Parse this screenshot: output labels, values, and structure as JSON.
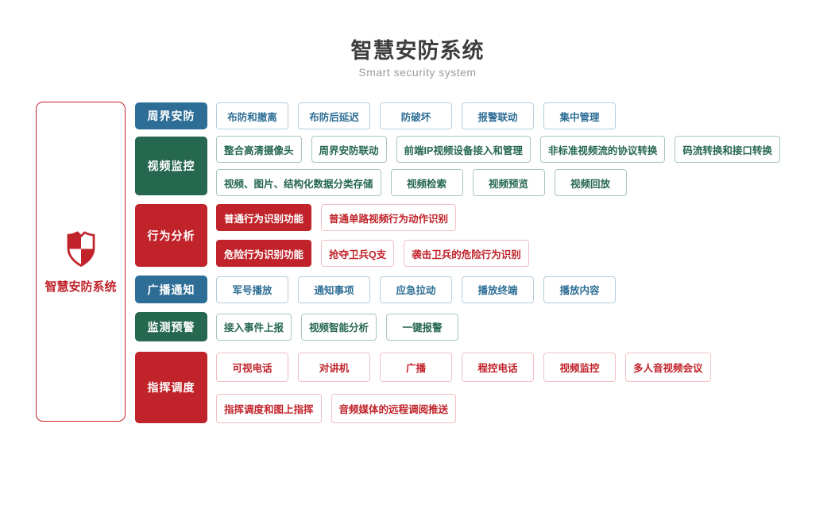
{
  "header": {
    "title": "智慧安防系统",
    "subtitle": "Smart security system"
  },
  "root": {
    "label": "智慧安防系统",
    "icon": "shield-icon"
  },
  "colors": {
    "blue": "#2e6e96",
    "blue_border": "#b4cede",
    "green": "#26684f",
    "green_border": "#a6c8ba",
    "red": "#c1232b",
    "red_border": "#f2bfc3",
    "title_text": "#3d3d3d",
    "subtitle_text": "#9b9b9b"
  },
  "sections": [
    {
      "id": "perimeter-security",
      "label": "周界安防",
      "color": "blue",
      "lines": [
        [
          "布防和撤离",
          "布防后延迟",
          "防破坏",
          "报警联动",
          "集中管理"
        ]
      ]
    },
    {
      "id": "video-surveillance",
      "label": "视频监控",
      "color": "green",
      "lines": [
        [
          "整合高清摄像头",
          "周界安防联动",
          "前端IP视频设备接入和管理",
          "非标准视频流的协议转换",
          "码流转换和接口转换"
        ],
        [
          "视频、图片、结构化数据分类存储",
          "视频检索",
          "视频预览",
          "视频回放"
        ]
      ]
    },
    {
      "id": "behavior-analysis",
      "label": "行为分析",
      "color": "red",
      "lines": [
        [
          {
            "label": "普通行为识别功能",
            "filled": true
          },
          "普通单路视频行为动作识别"
        ],
        [
          {
            "label": "危险行为识别功能",
            "filled": true
          },
          "抢夺卫兵Q支",
          "袭击卫兵的危险行为识别"
        ]
      ]
    },
    {
      "id": "broadcast-notice",
      "label": "广播通知",
      "color": "blue",
      "lines": [
        [
          "军号播放",
          "通知事项",
          "应急拉动",
          "播放终端",
          "播放内容"
        ]
      ]
    },
    {
      "id": "monitoring-warning",
      "label": "监测预警",
      "color": "green",
      "lines": [
        [
          "接入事件上报",
          "视频智能分析",
          "一键报警"
        ]
      ]
    },
    {
      "id": "command-dispatch",
      "label": "指挥调度",
      "color": "red",
      "lines": [
        [
          "可视电话",
          "对讲机",
          "广播",
          "程控电话",
          "视频监控",
          "多人音视频会议"
        ],
        [
          "指挥调度和图上指挥",
          "音频媒体的远程调阅推送"
        ]
      ]
    }
  ]
}
